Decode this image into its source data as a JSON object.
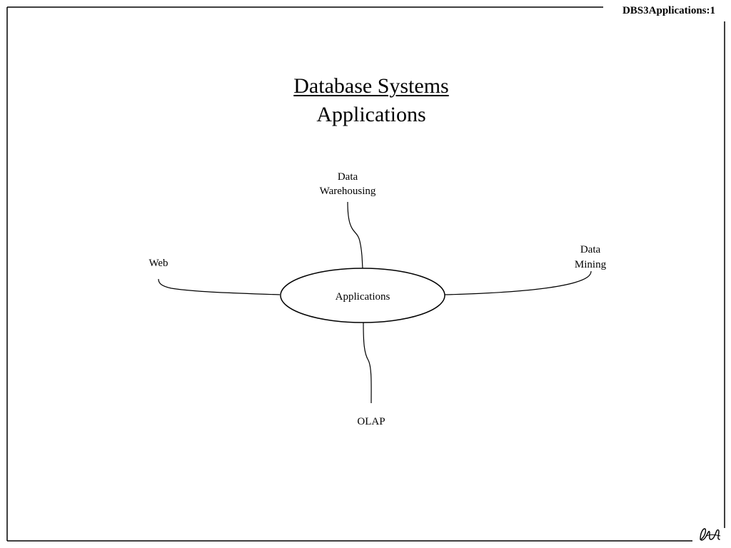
{
  "header": {
    "slide_ref": "DBS3Applications:1"
  },
  "title": {
    "main": "Database Systems",
    "sub": "Applications"
  },
  "diagram": {
    "center": "Applications",
    "nodes": {
      "data_warehousing_line1": "Data",
      "data_warehousing_line2": "Warehousing",
      "data_mining_line1": "Data",
      "data_mining_line2": "Mining",
      "web": "Web",
      "olap": "OLAP"
    }
  },
  "footer": {
    "logo_icon": "publisher-logo-icon"
  }
}
